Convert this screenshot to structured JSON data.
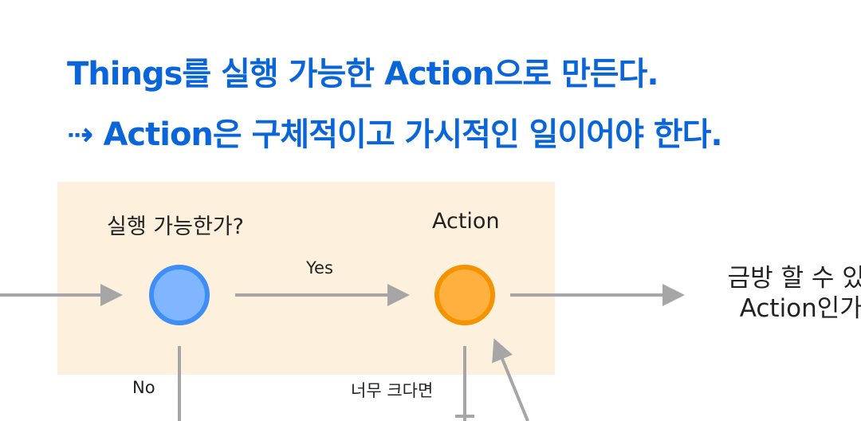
{
  "title": {
    "line1": "Things를 실행 가능한 Action으로 만든다.",
    "line2": "⇢ Action은 구체적이고 가시적인 일이어야 한다."
  },
  "diagram": {
    "question_label": "실행 가능한가?",
    "action_label": "Action",
    "yes_label": "Yes",
    "no_label": "No",
    "too_big_label": "너무 크다면",
    "outcome_line1": "금방 할 수 있는",
    "outcome_line2": "Action인가?",
    "colors": {
      "title": "#0a66d8",
      "panel": "#fdf1dd",
      "question_node_fill": "#7fb6ff",
      "question_node_stroke": "#3f8ef5",
      "action_node_fill": "#ffb03e",
      "action_node_stroke": "#f59200",
      "arrow": "#a6a6a6"
    }
  }
}
